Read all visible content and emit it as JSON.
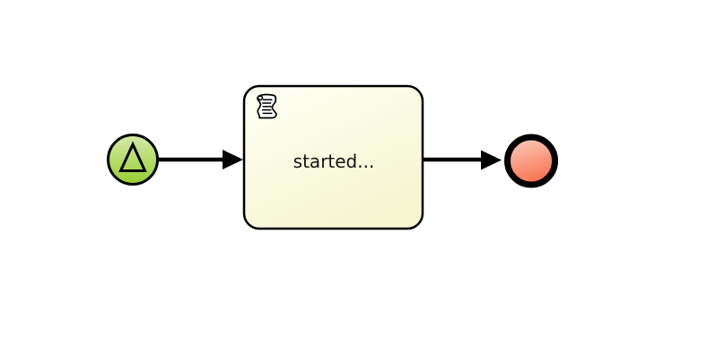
{
  "process": {
    "start_event": {
      "kind": "signal-start-event",
      "stroke": "#000000",
      "fill_top": "#d6eaa9",
      "fill_bottom": "#97ce30"
    },
    "script_task": {
      "label": "started...",
      "kind": "script-task",
      "stroke": "#000000",
      "fill_top": "#fffff6",
      "fill_bottom": "#f6f6d1"
    },
    "end_event": {
      "kind": "end-event",
      "stroke": "#000000",
      "fill_top": "#fbcdbb",
      "fill_bottom": "#f97254"
    },
    "flows": [
      {
        "from": "start-event",
        "to": "script-task"
      },
      {
        "from": "script-task",
        "to": "end-event"
      }
    ],
    "flow_color": "#000000"
  }
}
